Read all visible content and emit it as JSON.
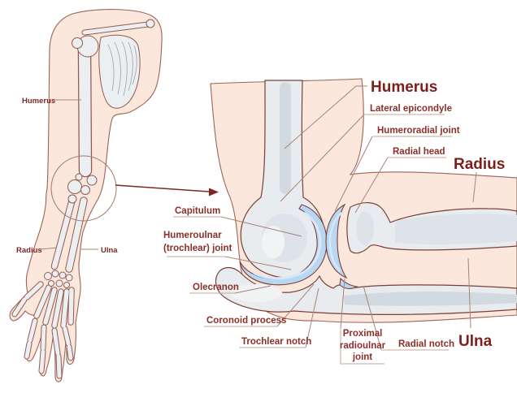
{
  "figure_title": "Elbow joint anatomy diagram",
  "colors": {
    "skin": "#fbe7db",
    "skin_outline": "#9c6458",
    "bone": "#e9ecef",
    "bone_shade": "#d2d9df",
    "bone_outline": "#7a4038",
    "cartilage": "#b9d6f2",
    "cartilage_highlight": "#d9e8f8",
    "label_small": "#8b2f28",
    "label_big": "#7b1f1b",
    "leader_line": "#a9837a",
    "underline": "#c9a69b",
    "arrow": "#7d2823"
  },
  "overview": {
    "labels": {
      "humerus": "Humerus",
      "radius": "Radius",
      "ulna": "Ulna"
    }
  },
  "detail": {
    "labels": {
      "humerus": "Humerus",
      "lateral_epicondyle": "Lateral epicondyle",
      "humeroradial_joint": "Humeroradial joint",
      "radial_head": "Radial head",
      "radius": "Radius",
      "capitulum": "Capitulum",
      "humeroulnar_line1": "Humeroulnar",
      "humeroulnar_line2": "(trochlear) joint",
      "olecranon": "Olecranon",
      "coronoid_process": "Coronoid process",
      "trochlear_notch": "Trochlear notch",
      "proximal_radioulnar_line1": "Proximal",
      "proximal_radioulnar_line2": "radioulnar",
      "proximal_radioulnar_line3": "joint",
      "radial_notch": "Radial notch",
      "ulna": "Ulna"
    }
  }
}
